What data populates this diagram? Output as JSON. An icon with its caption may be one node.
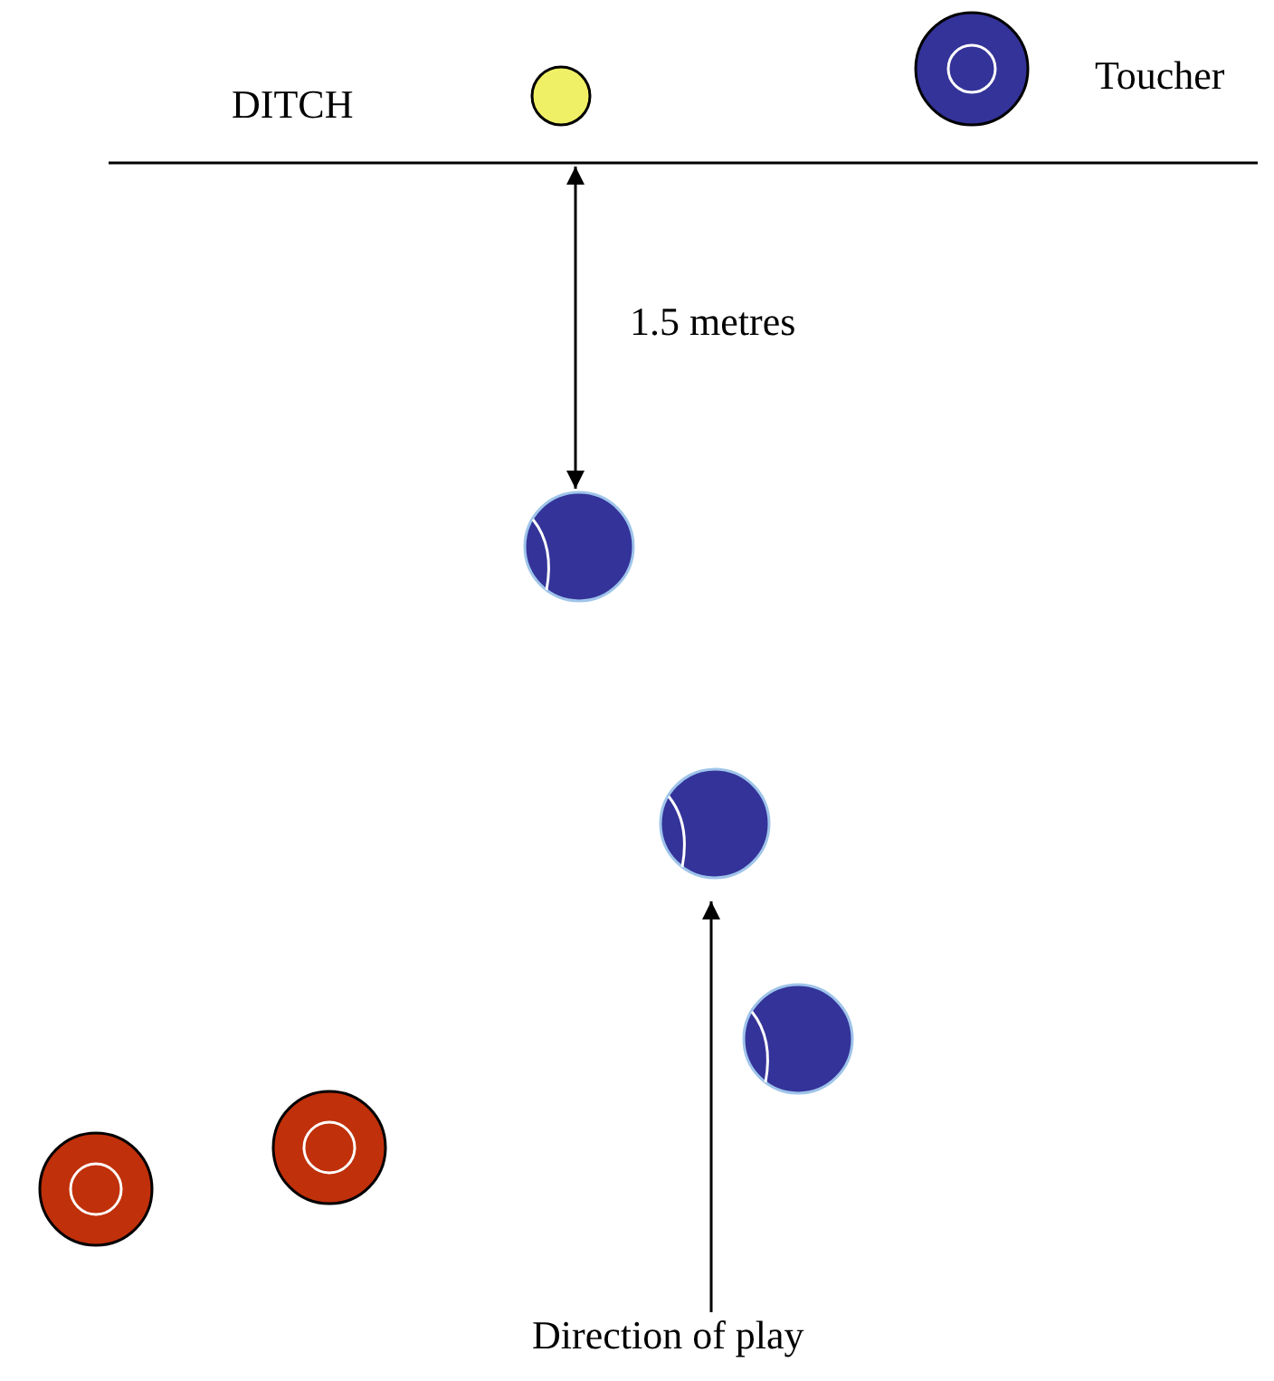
{
  "diagram": {
    "nodes": [
      {
        "text": [],
        "shape": "circle"
      },
      {
        "text": [],
        "shape": "circle",
        "beside": [
          "Toucher"
        ]
      },
      {
        "text": [],
        "shape": "circle"
      },
      {
        "text": [],
        "shape": "circle"
      },
      {
        "text": [],
        "shape": "circle"
      },
      {
        "text": [],
        "shape": "circle"
      },
      {
        "text": [],
        "shape": "circle"
      }
    ],
    "labels": [
      "DITCH",
      "1.5 metres",
      "Direction of play"
    ]
  }
}
